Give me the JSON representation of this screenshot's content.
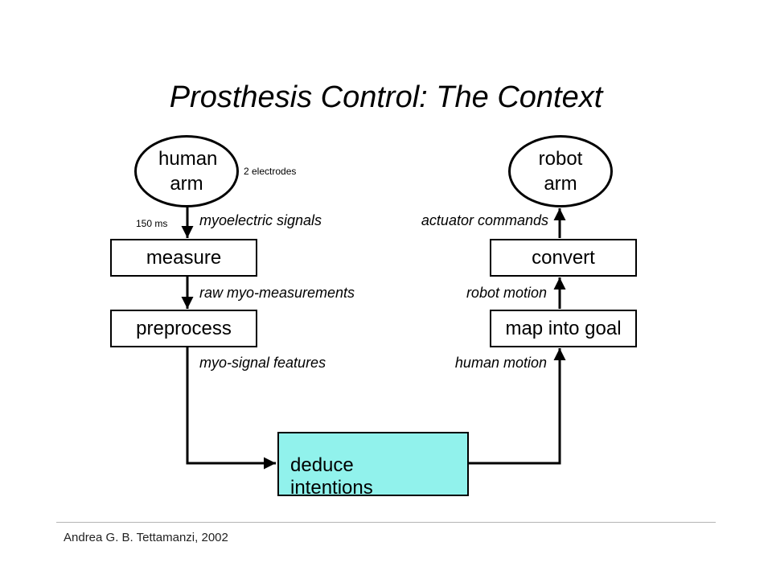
{
  "title": "Prosthesis Control: The Context",
  "nodes": {
    "human_arm": "human arm",
    "robot_arm": "robot arm",
    "measure": "measure",
    "preprocess": "preprocess",
    "deduce": "deduce intentions",
    "map_goal": "map into goal",
    "convert": "convert"
  },
  "notes": {
    "electrodes": "2 electrodes",
    "latency": "150 ms"
  },
  "edge_labels": {
    "myoelectric": "myoelectric signals",
    "raw_myo": "raw myo-measurements",
    "myo_features": "myo-signal features",
    "actuator": "actuator commands",
    "robot_motion": "robot motion",
    "human_motion": "human motion"
  },
  "footer": "Andrea G. B. Tettamanzi, 2002",
  "colors": {
    "deduce_fill": "#91f2ec",
    "stroke": "#000000",
    "rule": "#b5b5b5"
  }
}
